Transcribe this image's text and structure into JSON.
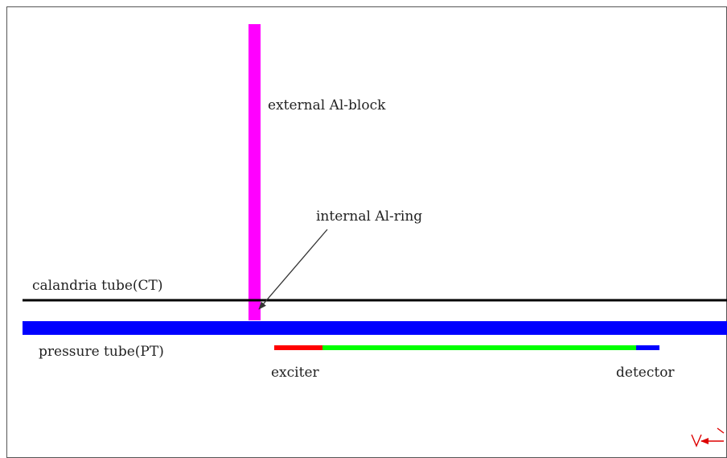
{
  "labels": {
    "external_block": "external Al-block",
    "internal_ring": "internal Al-ring",
    "calandria_tube": "calandria tube(CT)",
    "pressure_tube": "pressure tube(PT)",
    "exciter": "exciter",
    "detector": "detector"
  },
  "colors": {
    "external_block": "#ff00ff",
    "calandria_tube": "#000000",
    "pressure_tube": "#0000ff",
    "exciter_segment": "#ff0000",
    "span_segment": "#00ff00",
    "detector_segment": "#0000ff",
    "arrow": "#333333",
    "corner_glyph": "#dd0000"
  },
  "icons": {
    "leader_arrow": "arrow-down-left-icon",
    "corner_mark": "red-arrow-glyph-icon"
  }
}
